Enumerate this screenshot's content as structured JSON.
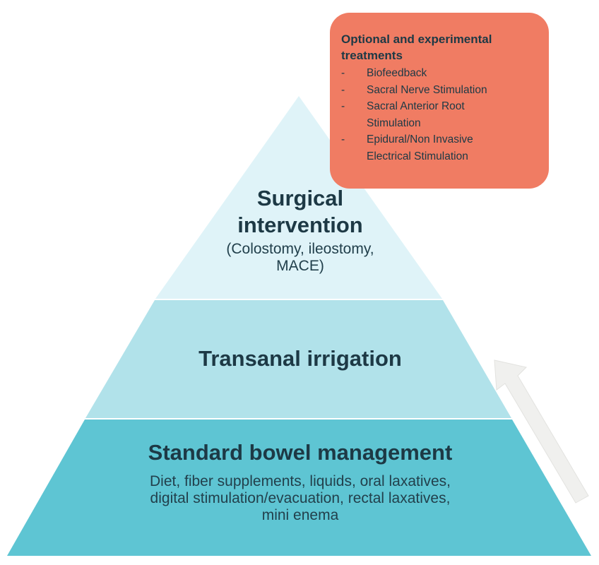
{
  "colors": {
    "tier_top": "#dff3f8",
    "tier_middle": "#b1e2ea",
    "tier_base": "#5ec5d3",
    "callout_bg": "#f07c63",
    "arrow_fill": "#f0f0ee",
    "text": "#1d3945"
  },
  "pyramid": {
    "top": {
      "title_line1": "Surgical",
      "title_line2": "intervention",
      "subtitle_line1": "(Colostomy,  ileostomy,",
      "subtitle_line2": "MACE)"
    },
    "middle": {
      "title": "Transanal irrigation"
    },
    "base": {
      "title": "Standard bowel management",
      "subtitle_line1": "Diet, fiber supplements, liquids, oral laxatives,",
      "subtitle_line2": "digital stimulation/evacuation, rectal laxatives,",
      "subtitle_line3": "mini enema"
    }
  },
  "callout": {
    "title_line1": "Optional and experimental",
    "title_line2": "treatments",
    "bullet": "-",
    "items": [
      {
        "line1": "Biofeedback",
        "line2": null
      },
      {
        "line1": "Sacral Nerve Stimulation",
        "line2": null
      },
      {
        "line1": "Sacral Anterior Root",
        "line2": "Stimulation"
      },
      {
        "line1": "Epidural/Non Invasive",
        "line2": "Electrical Stimulation"
      }
    ]
  },
  "escalation_arrow": {
    "icon": "arrow-up-left-icon",
    "meaning": "escalation of treatment"
  }
}
